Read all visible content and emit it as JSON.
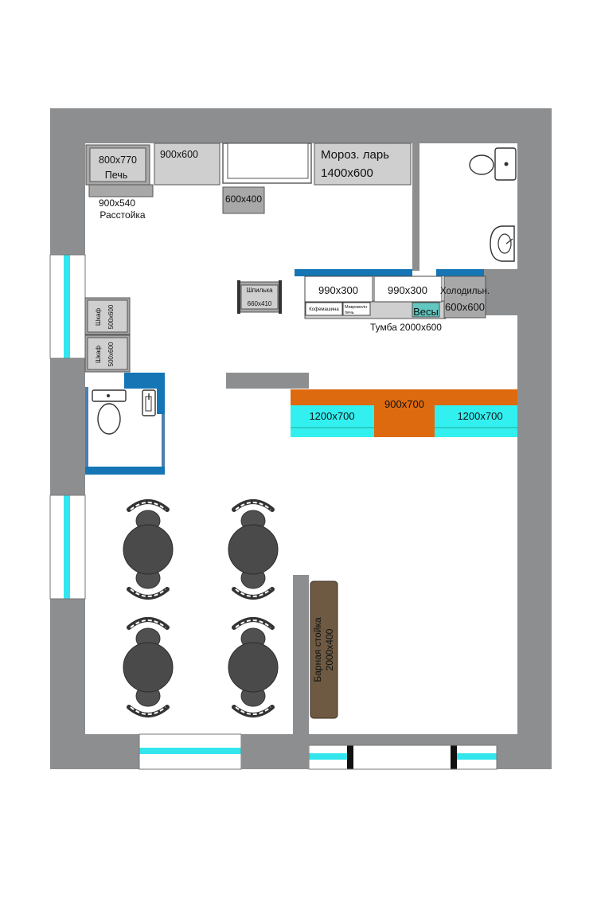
{
  "labels": {
    "oven_size": "800x770",
    "oven": "Печь",
    "proofer_size": "900x540",
    "proofer": "Расстойка",
    "unit_900x600": "900x600",
    "unit_600x400": "600x400",
    "freezer_title": "Мороз. ларь",
    "freezer_size": "1400x600",
    "rack": "Шпилька",
    "rack_size": "660x410",
    "cab_a_size": "990x300",
    "cab_b_size": "990x300",
    "coffee_machine": "Кофемашина",
    "microwave_line1": "Микроволн",
    "microwave_line2": "печь",
    "scales": "Весы",
    "fridge_title": "Холодильн.",
    "fridge_size": "600x600",
    "pedestal": "Тумба 2000х600",
    "wardrobe_1": "Шкаф",
    "wardrobe_1_size": "500x600",
    "wardrobe_2": "Шкаф",
    "wardrobe_2_size": "500x600",
    "counter_left": "1200x700",
    "counter_mid": "900x700",
    "counter_right": "1200x700",
    "bar_line1": "Барная стойка",
    "bar_line2": "2000x400"
  },
  "colors": {
    "wall": "#8c8e90",
    "glass": "#33e6ee",
    "blue_trim": "#1676b5",
    "counter_orange": "#de6a0f",
    "counter_cyan": "#33f0f0",
    "bar": "#6e5a42"
  }
}
